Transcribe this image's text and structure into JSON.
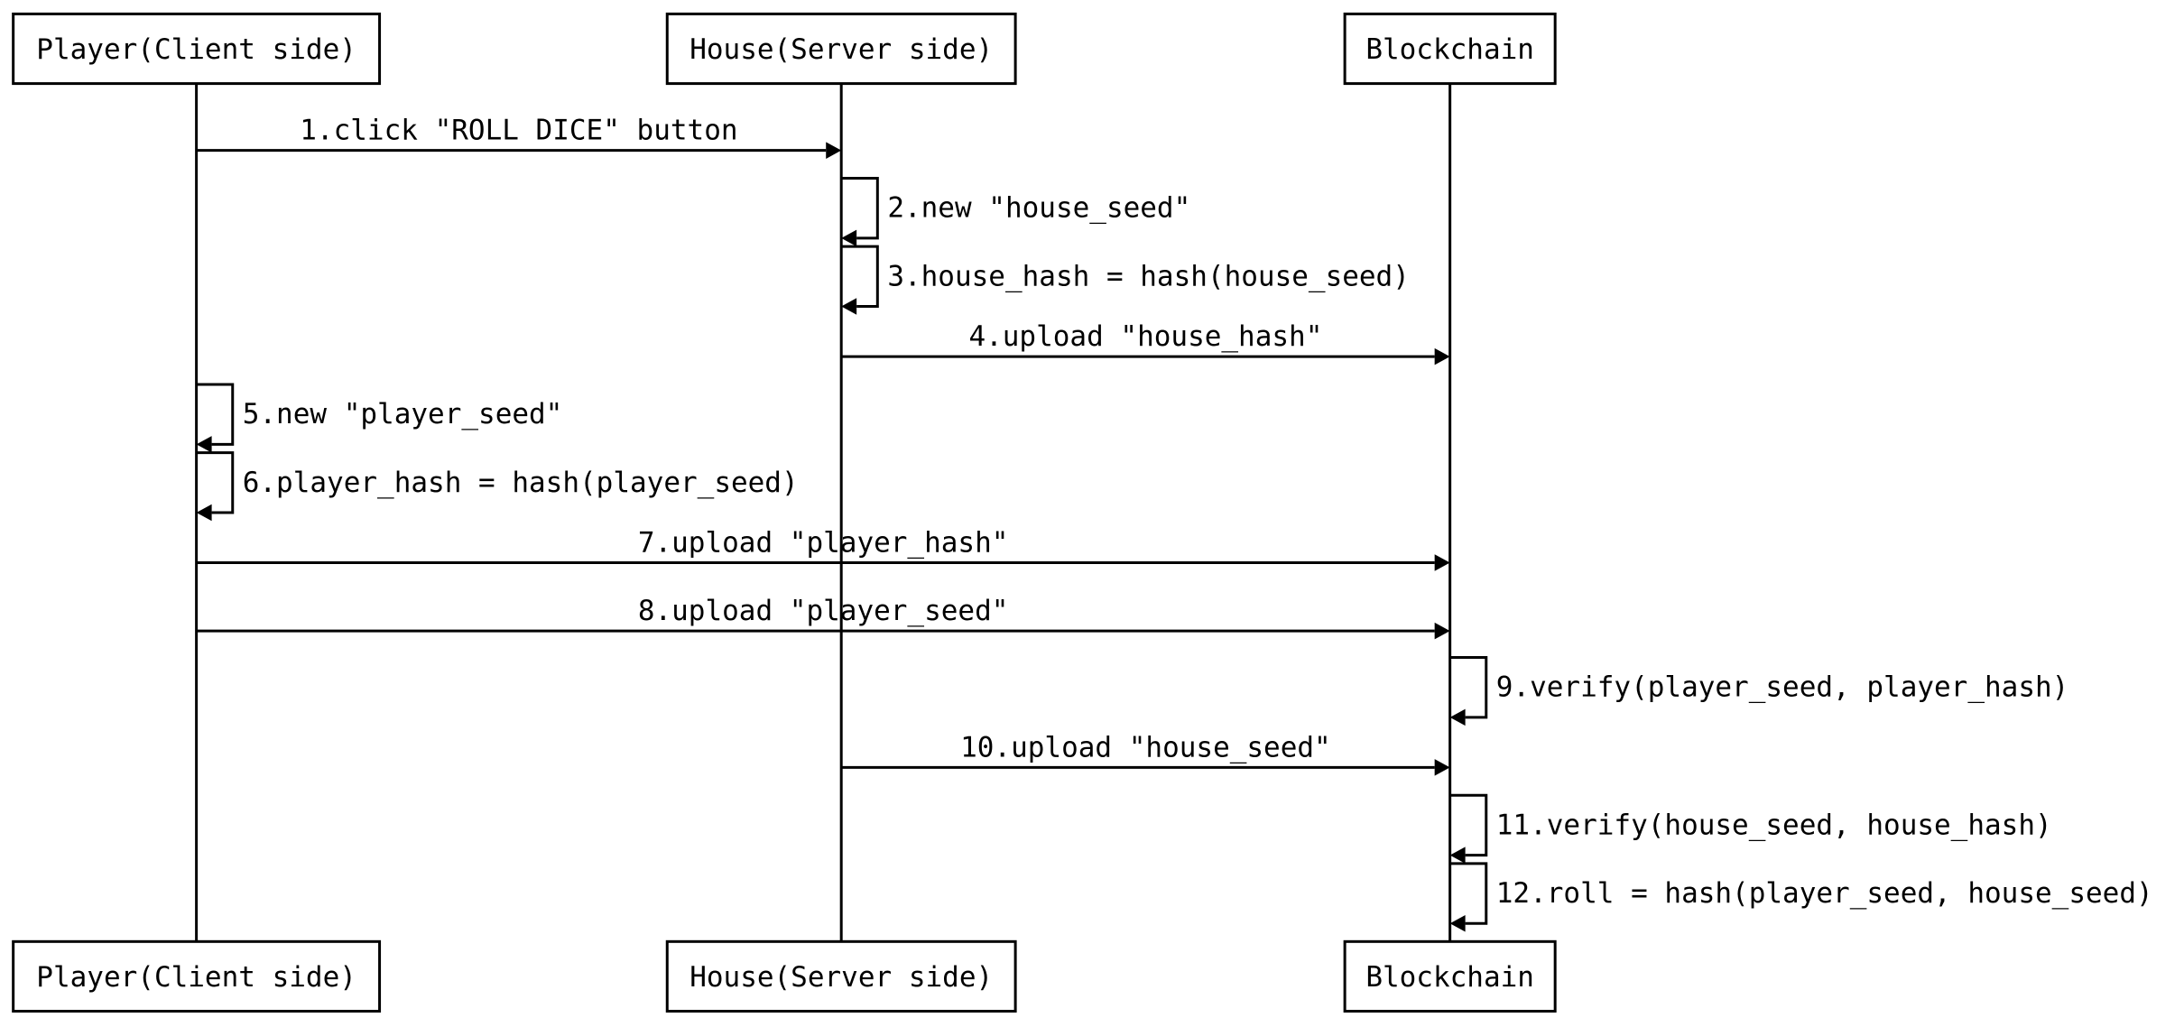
{
  "participants": [
    {
      "id": "player",
      "label": "Player(Client side)"
    },
    {
      "id": "house",
      "label": "House(Server side)"
    },
    {
      "id": "blockchain",
      "label": "Blockchain"
    }
  ],
  "messages": [
    {
      "from": "player",
      "to": "house",
      "label": "1.click \"ROLL DICE\" button"
    },
    {
      "from": "house",
      "to": "house",
      "label": "2.new \"house_seed\""
    },
    {
      "from": "house",
      "to": "house",
      "label": "3.house_hash = hash(house_seed)"
    },
    {
      "from": "house",
      "to": "blockchain",
      "label": "4.upload \"house_hash\""
    },
    {
      "from": "player",
      "to": "player",
      "label": "5.new \"player_seed\""
    },
    {
      "from": "player",
      "to": "player",
      "label": "6.player_hash = hash(player_seed)"
    },
    {
      "from": "player",
      "to": "blockchain",
      "label": "7.upload \"player_hash\""
    },
    {
      "from": "player",
      "to": "blockchain",
      "label": "8.upload \"player_seed\""
    },
    {
      "from": "blockchain",
      "to": "blockchain",
      "label": "9.verify(player_seed, player_hash)"
    },
    {
      "from": "house",
      "to": "blockchain",
      "label": "10.upload \"house_seed\""
    },
    {
      "from": "blockchain",
      "to": "blockchain",
      "label": "11.verify(house_seed, house_hash)"
    },
    {
      "from": "blockchain",
      "to": "blockchain",
      "label": "12.roll = hash(player_seed, house_seed)"
    }
  ]
}
